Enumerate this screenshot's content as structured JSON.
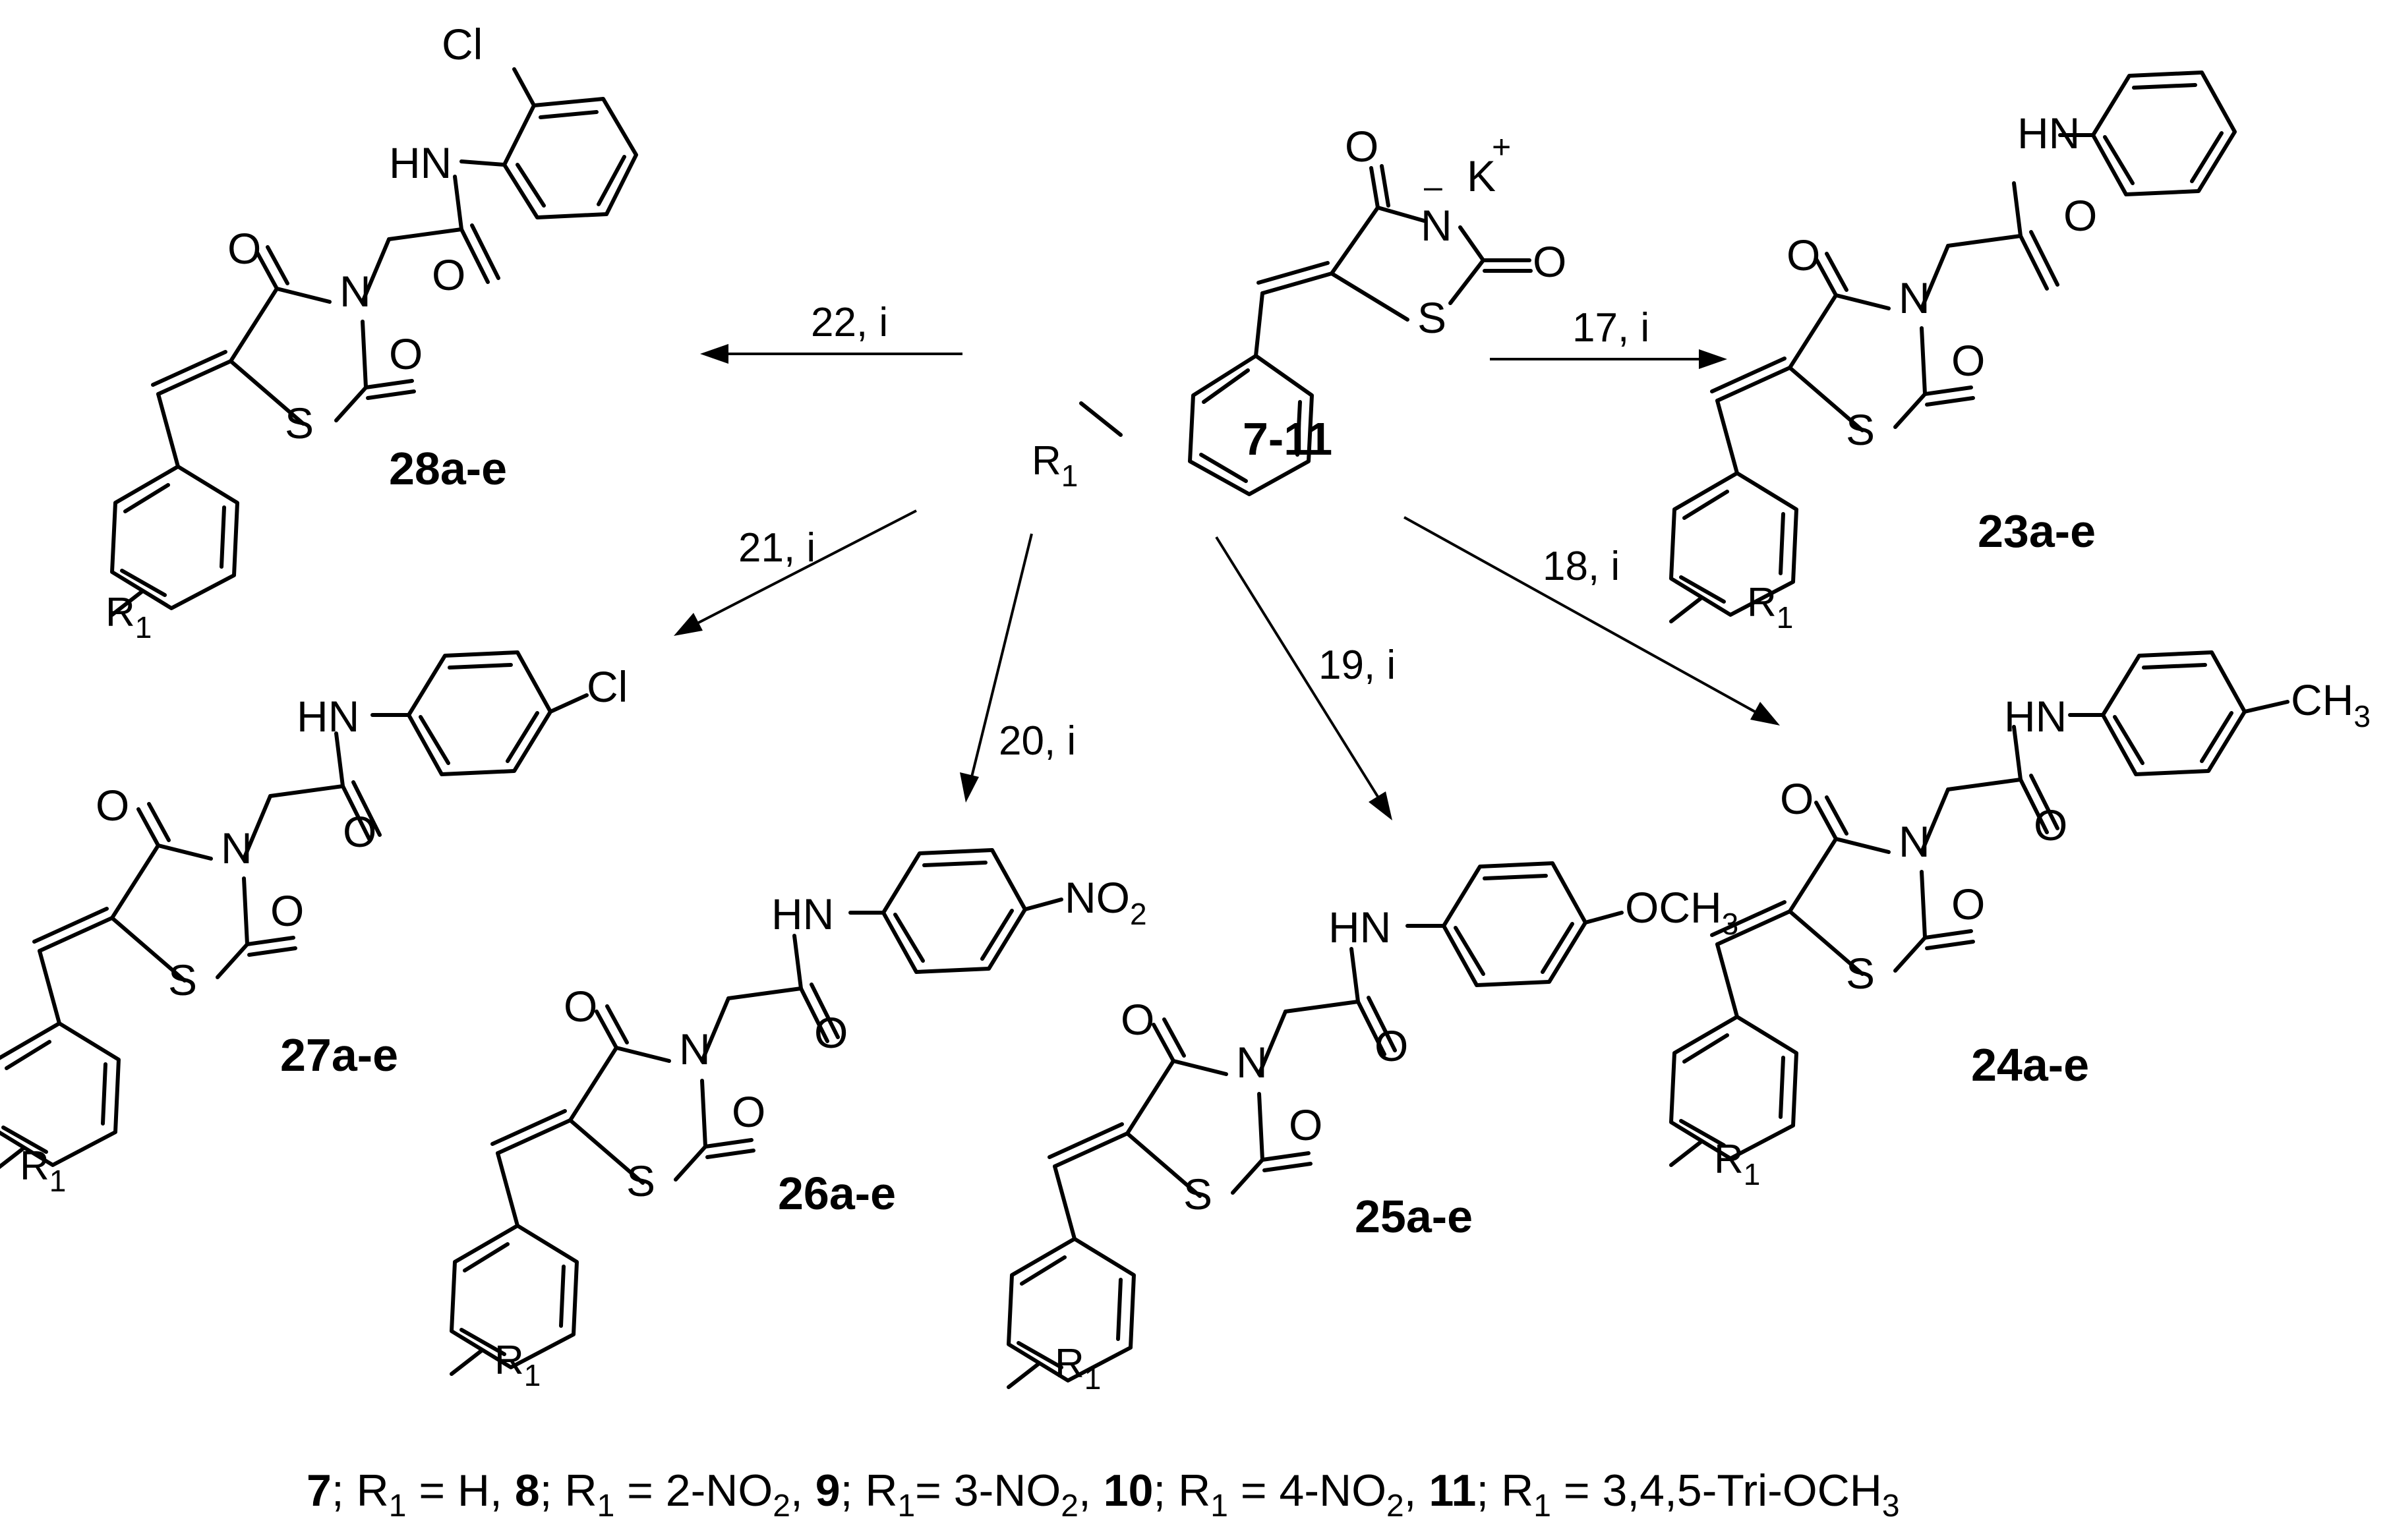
{
  "atoms": {
    "o": "O",
    "n": "N",
    "s": "S",
    "hn": "HN",
    "cl": "Cl",
    "k": "K",
    "plus": "+",
    "minus": "–",
    "r": "R",
    "r_sub": "1",
    "ch": "CH",
    "ch_sub": "3",
    "och": "OCH",
    "och_sub": "3",
    "no": "NO",
    "no_sub": "2"
  },
  "compounds": {
    "start": "7-11",
    "c23": "23a-e",
    "c24": "24a-e",
    "c25": "25a-e",
    "c26": "26a-e",
    "c27": "27a-e",
    "c28": "28a-e"
  },
  "reactions": {
    "r17": "17, i",
    "r18": "18, i",
    "r19": "19, i",
    "r20": "20, i",
    "r21": "21, i",
    "r22": "22, i"
  },
  "footnote": {
    "n7": "7",
    "t7": "; R",
    "s7": "1",
    "v7": " = H, ",
    "n8": "8",
    "t8": "; R",
    "s8": "1",
    "v8": " = 2-NO",
    "w8": "2",
    "c8": ", ",
    "n9": "9",
    "t9": "; R",
    "s9": "1",
    "v9": "= 3-NO",
    "w9": "2",
    "c9": ", ",
    "n10": "10",
    "t10": "; R",
    "s10": "1",
    "v10": " = 4-NO",
    "w10": "2",
    "c10": ", ",
    "n11": "11",
    "t11": "; R",
    "s11": "1",
    "v11": " = 3,4,5-Tri-OCH",
    "w11": "3"
  }
}
